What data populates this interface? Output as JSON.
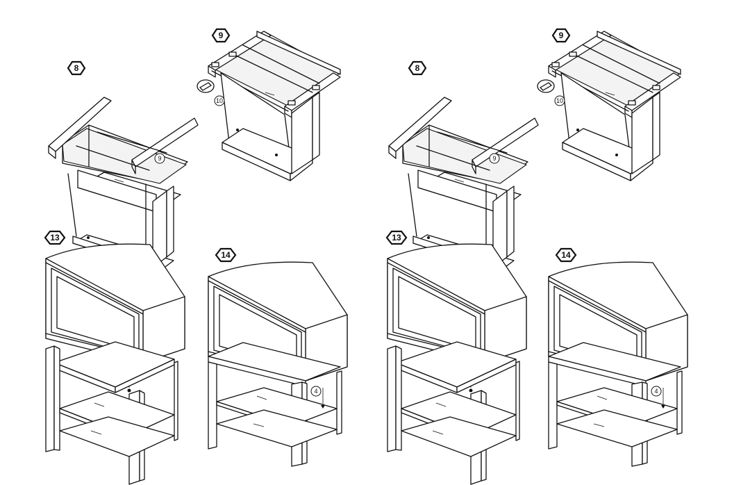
{
  "steps": [
    {
      "label": "8"
    },
    {
      "label": "9"
    },
    {
      "label": "8"
    },
    {
      "label": "9"
    },
    {
      "label": "13"
    },
    {
      "label": "14"
    },
    {
      "label": "13"
    },
    {
      "label": "14"
    }
  ],
  "callouts": [
    {
      "label": "9"
    },
    {
      "label": "10"
    },
    {
      "label": "9"
    },
    {
      "label": "10"
    },
    {
      "label": "4"
    },
    {
      "label": "4"
    }
  ]
}
